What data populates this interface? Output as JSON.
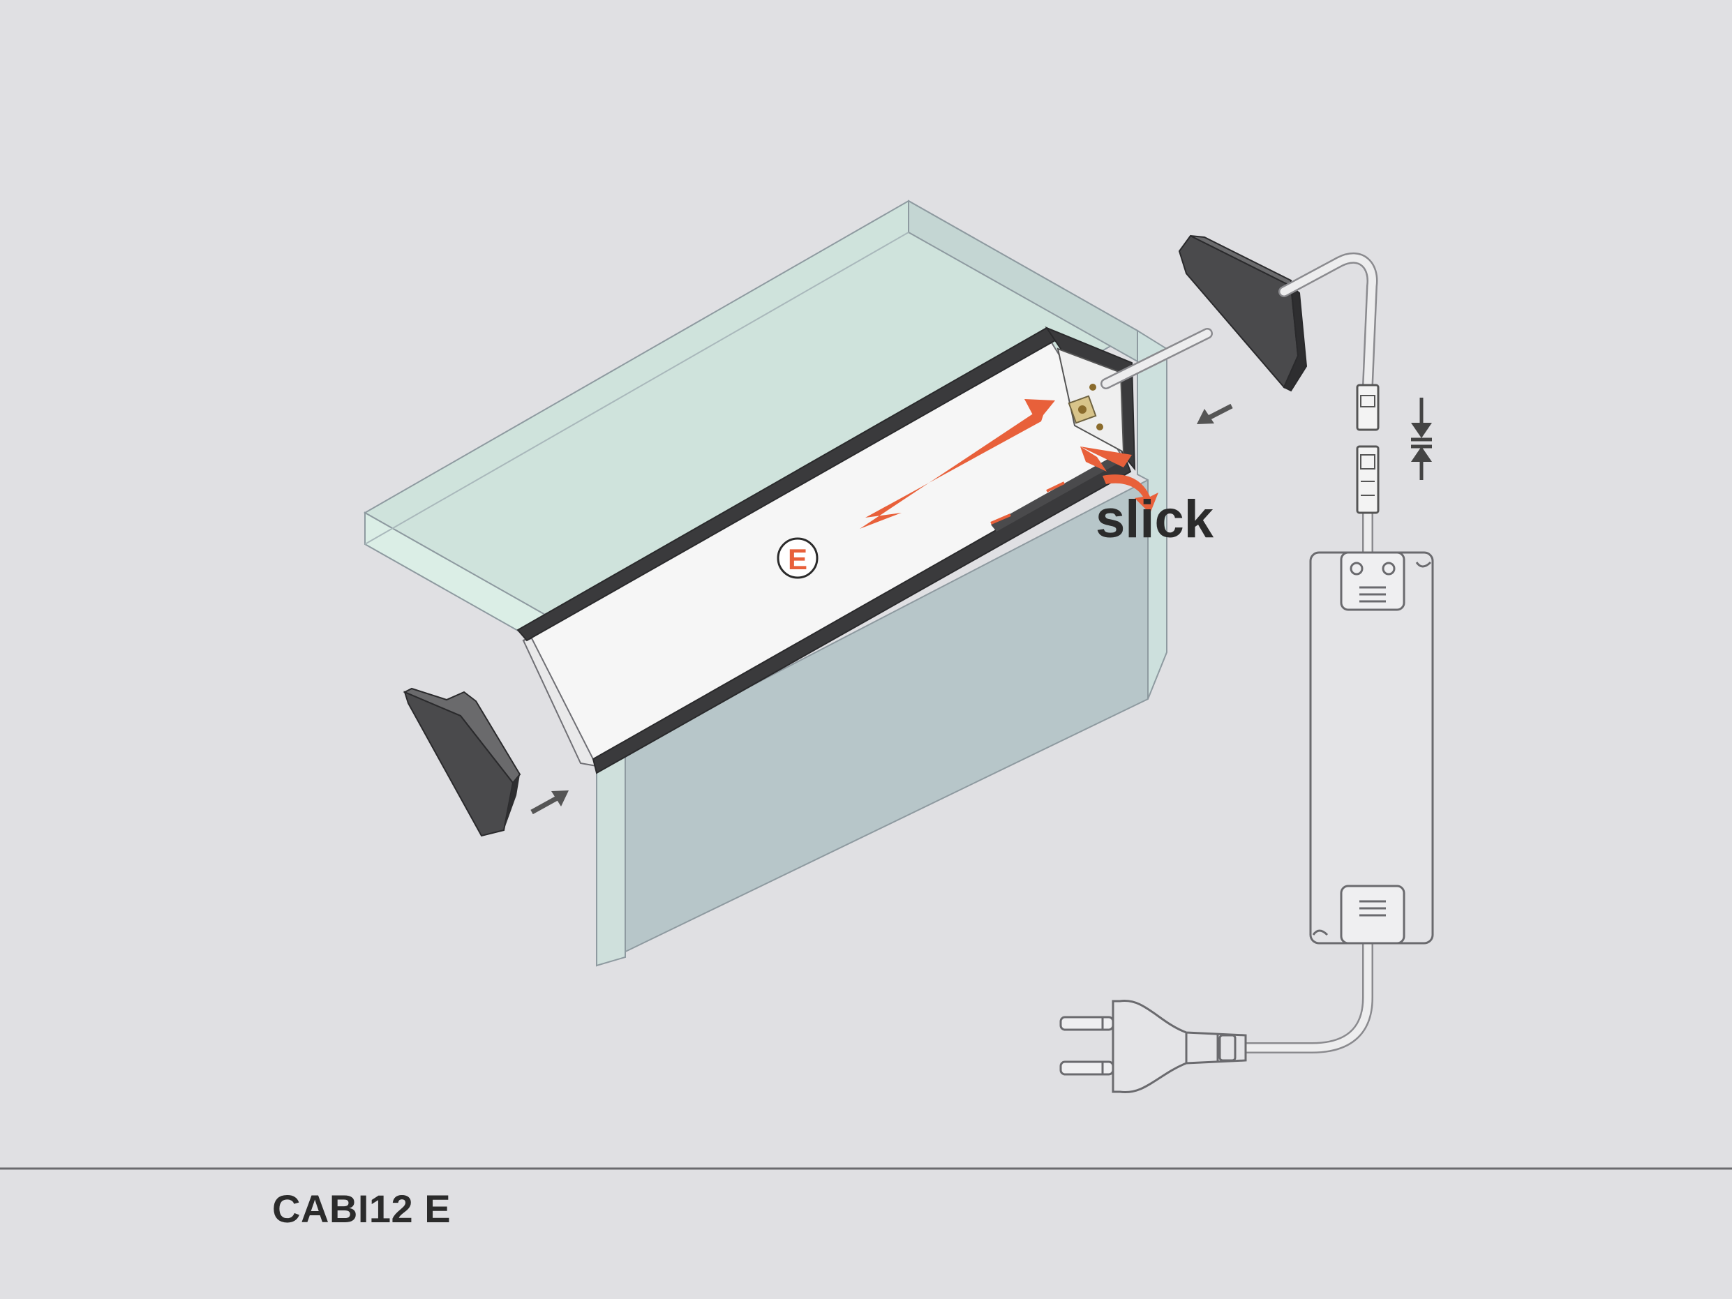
{
  "diagram": {
    "profile_marker": "E",
    "brand_word": "slick",
    "caption": "CABI12 E"
  },
  "colors": {
    "background": "#e0e0e3",
    "accent_orange": "#e8603a",
    "dark_metal": "#3a3a3c",
    "glass_tint": "#cfe0dc",
    "outline": "#6f6f74"
  },
  "icons": [
    "end-cap-left-icon",
    "end-cap-right-icon",
    "insert-arrow-icon",
    "connector-icon",
    "led-driver-icon",
    "eu-plug-icon"
  ]
}
